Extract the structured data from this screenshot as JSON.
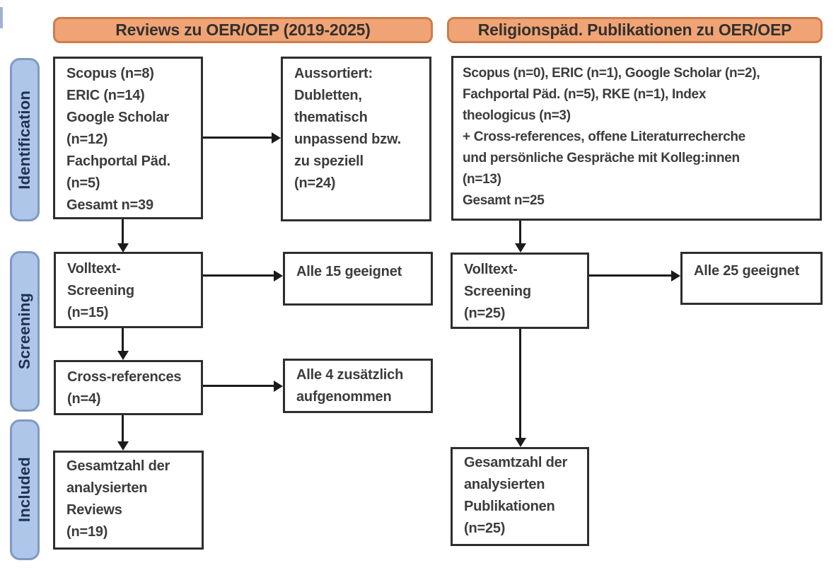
{
  "headers": {
    "left": "Reviews zu OER/OEP (2019-2025)",
    "right": "Religionspäd. Publikationen zu OER/OEP"
  },
  "stage_labels": {
    "identification": "Identification",
    "screening": "Screening",
    "included": "Included"
  },
  "left_flow": {
    "sources": "Scopus (n=8)\nERIC (n=14)\nGoogle Scholar\n(n=12)\nFachportal Päd.\n(n=5)\nGesamt n=39",
    "excluded": "Aussortiert:\nDubletten,\nthematisch\nunpassend bzw.\nzu speziell\n(n=24)",
    "fulltext_screening": "Volltext-\nScreening\n(n=15)",
    "fulltext_result": "Alle 15 geeignet",
    "cross_references": "Cross-references\n(n=4)",
    "cross_references_result": "Alle 4 zusätzlich\naufgenommen",
    "included_total": "Gesamtzahl der\nanalysierten\nReviews\n(n=19)"
  },
  "right_flow": {
    "sources": "Scopus (n=0), ERIC (n=1), Google Scholar (n=2),\nFachportal Päd. (n=5), RKE (n=1), Index\ntheologicus (n=3)\n+ Cross-references, offene Literaturrecherche\nund persönliche Gespräche mit Kolleg:innen\n(n=13)\nGesamt n=25",
    "fulltext_screening": "Volltext-\nScreening\n(n=25)",
    "fulltext_result": "Alle 25 geeignet",
    "included_total": "Gesamtzahl der\nanalysierten\nPublikationen\n(n=25)"
  },
  "colors": {
    "header_fill": "#F0A476",
    "header_border": "#CE7C4B",
    "header_text": "#33302D",
    "stage_fill": "#AEC6E9",
    "stage_border": "#8099C2",
    "stage_text": "#1F3150",
    "box_border": "#2E2E2E",
    "box_text": "#3C3C3C",
    "arrow": "#1B1B1B",
    "background": "#FFFFFF"
  }
}
